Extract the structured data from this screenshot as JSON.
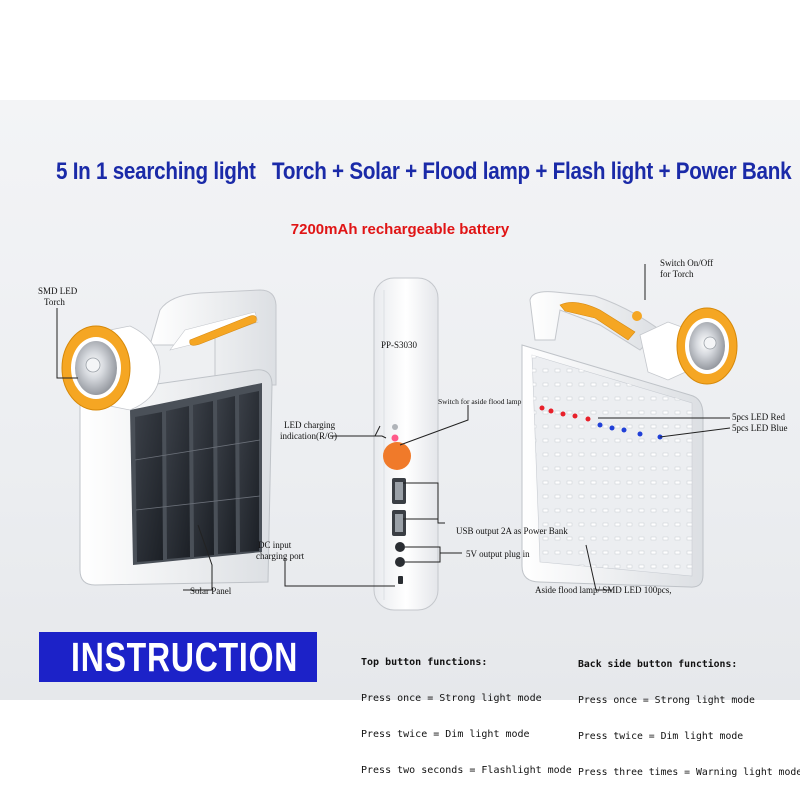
{
  "title": "5 In 1 searching light   Torch + Solar + Flood lamp + Flash light + Power Bank",
  "subtitle": "7200mAh rechargeable battery",
  "labels": {
    "smd_led_torch_line1": "SMD LED",
    "smd_led_torch_line2": "Torch",
    "solar_panel": "Solar Panel",
    "model": "PP-S3030",
    "led_charging_line1": "LED charging",
    "led_charging_line2": "indication(R/G)",
    "dc_input_line1": "DC input",
    "dc_input_line2": "charging port",
    "switch_aside": "Switch for aside flood lamp",
    "usb_output": "USB output 2A as Power Bank",
    "output_5v": "5V output plug in",
    "switch_torch_line1": "Switch On/Off",
    "switch_torch_line2": "for Torch",
    "led_red": "5pcs LED Red",
    "led_blue": "5pcs LED Blue",
    "aside_flood": "Aside flood lamp/ SMD LED 100pcs,"
  },
  "instruction": "INSTRUCTION",
  "top_functions": {
    "heading": "Top button functions:",
    "lines": [
      "Press once = Strong light mode",
      "Press twice = Dim light mode",
      "Press two seconds = Flashlight mode"
    ]
  },
  "back_functions": {
    "heading": "Back side button functions:",
    "lines": [
      "Press once = Strong light mode",
      "Press twice = Dim light mode",
      "Press three times = Warning light mode"
    ]
  },
  "colors": {
    "title": "#1a2aa8",
    "subtitle": "#e01515",
    "banner": "#1c22c8",
    "accent_orange": "#f5a623"
  }
}
